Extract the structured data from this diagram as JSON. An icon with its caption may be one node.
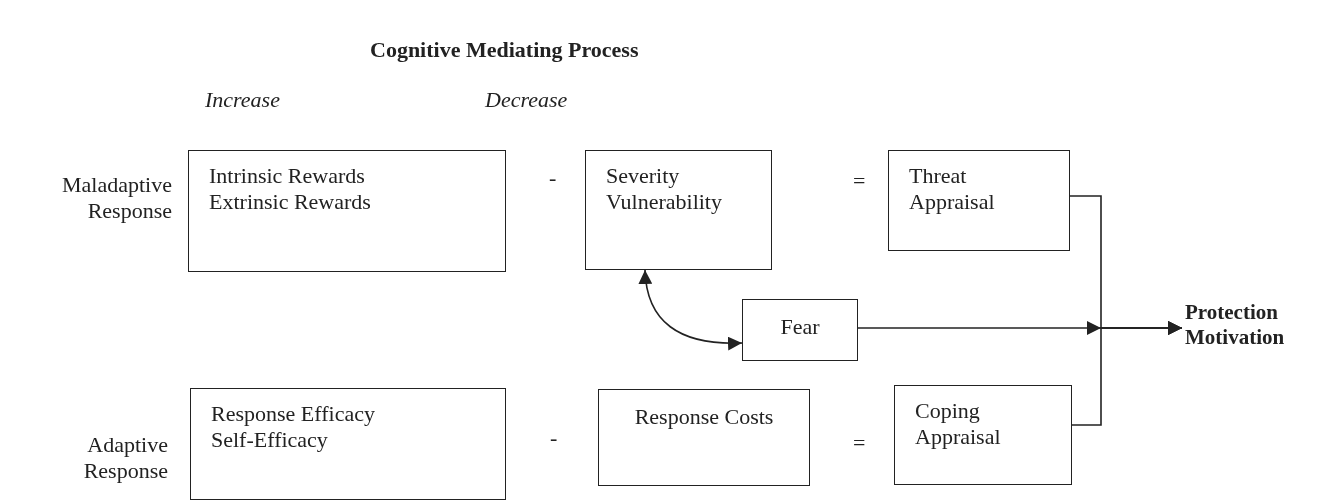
{
  "diagram": {
    "title": "Cognitive Mediating Process",
    "nodes": [
      {
        "text": [
          "Intrinsic Rewards",
          "Extrinsic Rewards"
        ]
      },
      {
        "text": [
          "Severity",
          "Vulnerability"
        ]
      },
      {
        "text": [
          "Threat Appraisal"
        ]
      },
      {
        "text": [
          "Fear"
        ]
      },
      {
        "text": [
          "Response Efficacy",
          "Self-Efficacy"
        ]
      },
      {
        "text": [
          "Response Costs"
        ]
      },
      {
        "text": [
          "Coping Appraisal"
        ]
      },
      {
        "text": [
          "Protection Motivation"
        ]
      }
    ],
    "edges": [
      {
        "from": 1,
        "to": 3,
        "arrow": "both"
      },
      {
        "from": 3,
        "to": 7,
        "arrow": "to"
      },
      {
        "from": 2,
        "to": 7,
        "arrow": "to"
      },
      {
        "from": 6,
        "to": 7,
        "arrow": "to"
      }
    ],
    "labels": [
      "Increase",
      "Decrease",
      "Maladaptive Response",
      "-",
      "=",
      "Adaptive Response",
      "-",
      "="
    ]
  }
}
